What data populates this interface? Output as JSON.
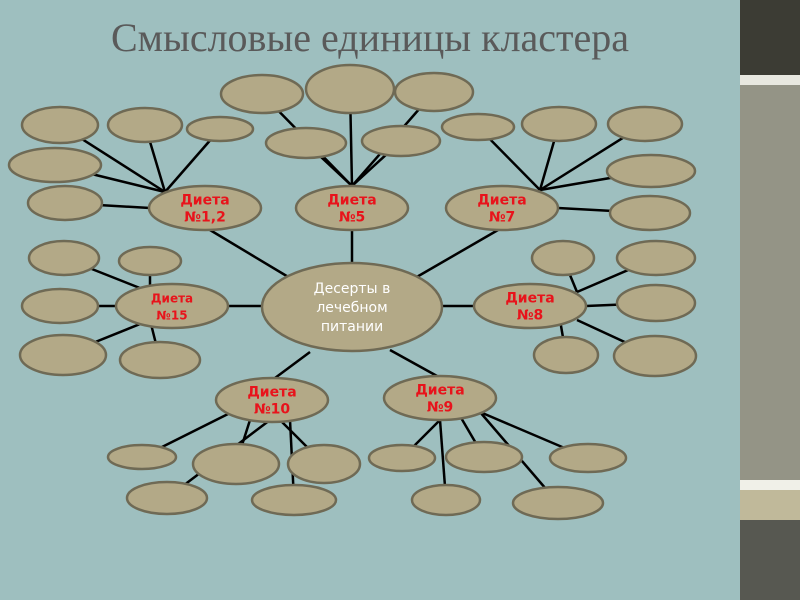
{
  "title": "Смысловые единицы кластера",
  "center": {
    "lines": [
      "Десерты в",
      "лечебном",
      "питании"
    ]
  },
  "groups": [
    {
      "id": "d12",
      "lines": [
        "Диета",
        "№1,2"
      ]
    },
    {
      "id": "d5",
      "lines": [
        "Диета",
        "№5"
      ]
    },
    {
      "id": "d7",
      "lines": [
        "Диета",
        "№7"
      ]
    },
    {
      "id": "d15",
      "lines": [
        "Диета",
        "№15"
      ]
    },
    {
      "id": "d8",
      "lines": [
        "Диета",
        "№8"
      ]
    },
    {
      "id": "d10",
      "lines": [
        "Диета",
        "№10"
      ]
    },
    {
      "id": "d9",
      "lines": [
        "Диета",
        "№9"
      ]
    }
  ],
  "colors": {
    "background": "#9ebfbf",
    "node_fill": "#b3a987",
    "node_stroke": "#6f6a55",
    "group_label": "#e8131b",
    "center_label": "#ffffff",
    "title": "#5a5a5a"
  }
}
